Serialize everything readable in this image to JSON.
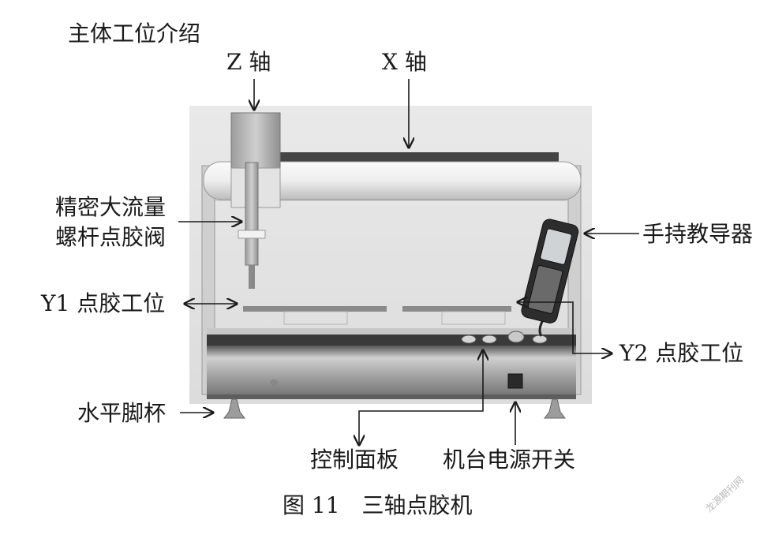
{
  "section_title": "主体工位介绍",
  "labels": {
    "z_axis": "Z 轴",
    "x_axis": "X 轴",
    "valve_line1": "精密大流量",
    "valve_line2": "螺杆点胶阀",
    "teach_pendant": "手持教导器",
    "y1_station": "Y1 点胶工位",
    "y2_station": "Y2 点胶工位",
    "leveling_feet": "水平脚杯",
    "control_panel": "控制面板",
    "power_switch": "机台电源开关"
  },
  "figure_caption": "图 11　三轴点胶机",
  "watermark": "龙源期刊网",
  "colors": {
    "frame": "#d7d7d7",
    "frame_dark": "#8a8a8a",
    "panel_dark": "#3a3a3a",
    "arrow": "#1a1a1a"
  }
}
